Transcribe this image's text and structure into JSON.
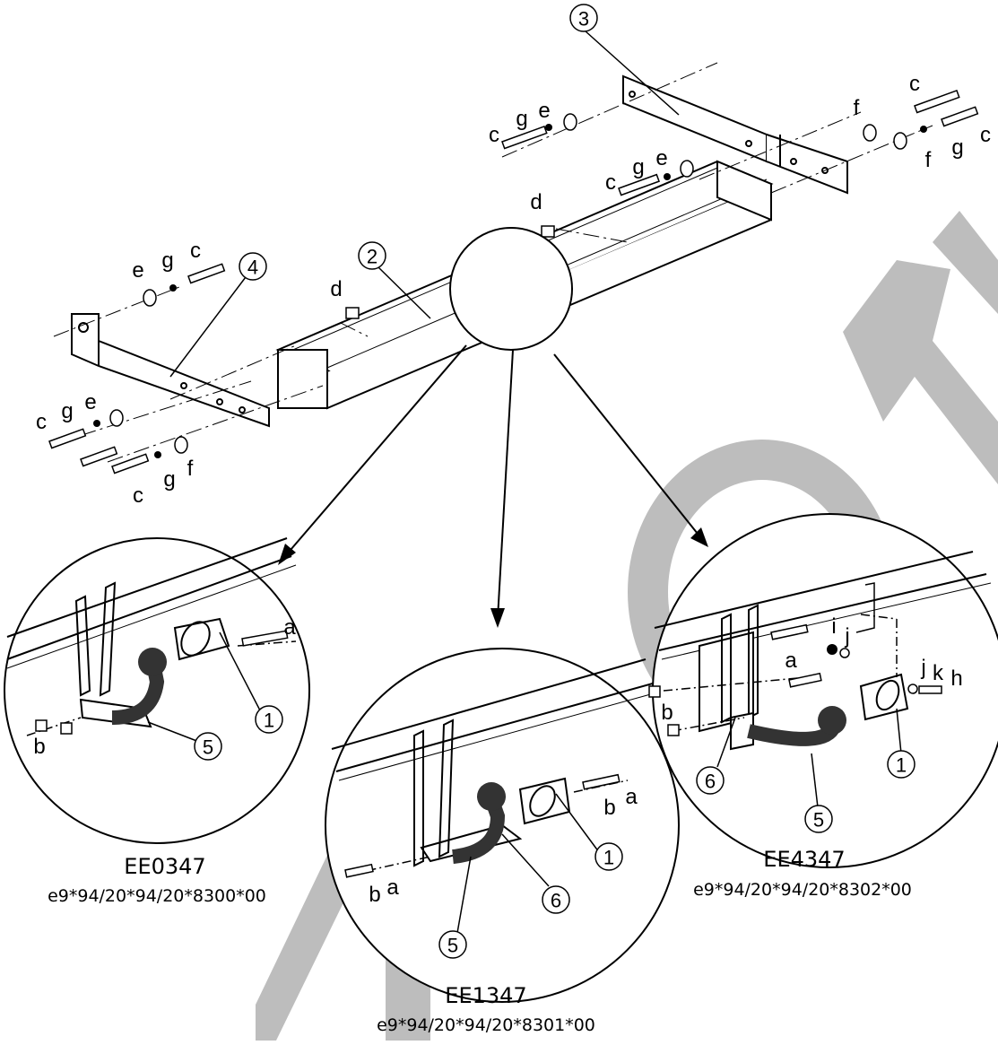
{
  "watermark": "NO ORI",
  "parts": {
    "p1": "1",
    "p2": "2",
    "p3": "3",
    "p4": "4",
    "p5": "5",
    "p6": "6"
  },
  "letters": {
    "a": "a",
    "b": "b",
    "c": "c",
    "d": "d",
    "e": "e",
    "f": "f",
    "g": "g",
    "h": "h",
    "i": "i",
    "j": "j",
    "k": "k"
  },
  "variants": [
    {
      "code": "EE0347",
      "approval": "e9*94/20*94/20*8300*00"
    },
    {
      "code": "EE1347",
      "approval": "e9*94/20*94/20*8301*00"
    },
    {
      "code": "EE4347",
      "approval": "e9*94/20*94/20*8302*00"
    }
  ],
  "colors": {
    "line": "#000000",
    "watermark": "#bdbdbd",
    "ball": "#333333"
  }
}
